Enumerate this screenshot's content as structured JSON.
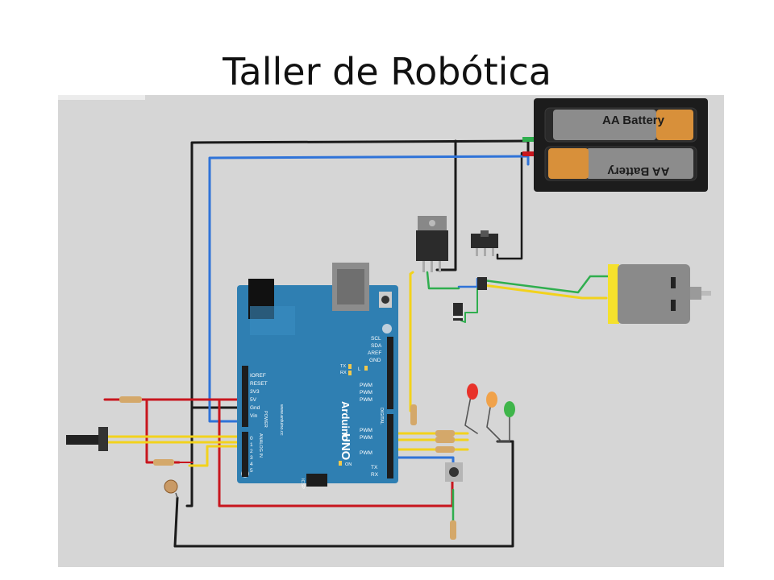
{
  "slide": {
    "title": "Taller de Robótica"
  },
  "battery": {
    "label_top": "AA Battery",
    "label_bottom": "AA Battery"
  },
  "arduino": {
    "brand": "Arduino",
    "model": "UNO",
    "website": "www.arduino.cc",
    "power_pins": [
      "IOREF",
      "RESET",
      "3V3",
      "5V",
      "Gnd",
      "Vin"
    ],
    "power_header": "POWER",
    "analog_header": "ANALOG IN",
    "analog_pins": [
      "0",
      "1",
      "2",
      "3",
      "4",
      "5"
    ],
    "top_pins": [
      "SCL",
      "SDA",
      "AREF",
      "GND"
    ],
    "digital_header": "DIGITAL",
    "pwm_label": "PWM",
    "tx": "TX",
    "rx": "RX",
    "l_led": "L",
    "on_label": "ON",
    "icsp": "ICSP"
  },
  "colors": {
    "board": "#2f7fb2",
    "wire_black": "#1a1a1a",
    "wire_blue": "#2f73d8",
    "wire_red": "#c8161e",
    "wire_yellow": "#f2d21c",
    "wire_green": "#2fae4e",
    "canvas": "#d6d6d6"
  }
}
